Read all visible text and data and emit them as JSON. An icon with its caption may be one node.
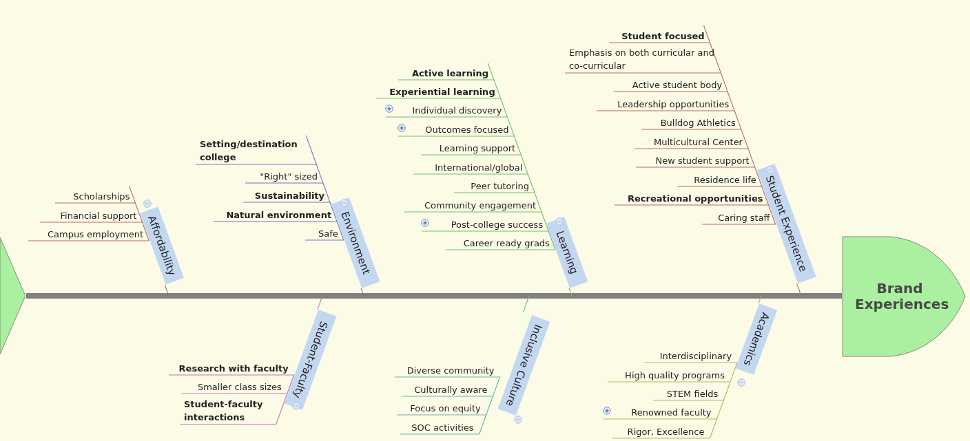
{
  "diagram": {
    "nodes": [
      {
        "text": [],
        "shape": "triangle"
      },
      {
        "text": [
          "Brand Experiences"
        ]
      },
      {
        "text": [
          "Affordability"
        ]
      },
      {
        "text": [
          "Scholarships"
        ]
      },
      {
        "text": [
          "Financial support"
        ]
      },
      {
        "text": [
          "Campus employment"
        ]
      },
      {
        "text": [
          "Environment"
        ]
      },
      {
        "text": [
          "Setting/destination college"
        ]
      },
      {
        "text": [
          "\"Right\" sized"
        ]
      },
      {
        "text": [
          "Sustainability"
        ]
      },
      {
        "text": [
          "Natural environment"
        ]
      },
      {
        "text": [
          "Safe"
        ]
      },
      {
        "text": [
          "Learning"
        ]
      },
      {
        "text": [
          "Active learning"
        ]
      },
      {
        "text": [
          "Experiential learning"
        ]
      },
      {
        "text": [
          "Individual discovery"
        ]
      },
      {
        "text": [
          "Outcomes focused"
        ]
      },
      {
        "text": [
          "Learning support"
        ]
      },
      {
        "text": [
          "International/global"
        ]
      },
      {
        "text": [
          "Peer tutoring"
        ]
      },
      {
        "text": [
          "Community engagement"
        ]
      },
      {
        "text": [
          "Post-college success"
        ]
      },
      {
        "text": [
          "Career ready grads"
        ]
      },
      {
        "text": [
          "Student Experience"
        ]
      },
      {
        "text": [
          "Student focused"
        ]
      },
      {
        "text": [
          "Emphasis on both curricular and co-curricular"
        ]
      },
      {
        "text": [
          "Active student body"
        ]
      },
      {
        "text": [
          "Leadership opportunities"
        ]
      },
      {
        "text": [
          "Bulldog Athletics"
        ]
      },
      {
        "text": [
          "Multicultural Center"
        ]
      },
      {
        "text": [
          "New student support"
        ]
      },
      {
        "text": [
          "Residence life"
        ]
      },
      {
        "text": [
          "Recreational opportunities"
        ]
      },
      {
        "text": [
          "Caring staff"
        ]
      },
      {
        "text": [
          "Student-Faculty"
        ]
      },
      {
        "text": [
          "Research with faculty"
        ]
      },
      {
        "text": [
          "Smaller class sizes"
        ]
      },
      {
        "text": [
          "Student-faculty interactions"
        ]
      },
      {
        "text": [
          "Inclusive Culture"
        ]
      },
      {
        "text": [
          "Diverse community"
        ]
      },
      {
        "text": [
          "Culturally aware"
        ]
      },
      {
        "text": [
          "Focus on equity"
        ]
      },
      {
        "text": [
          "SOC activities"
        ]
      },
      {
        "text": [
          "Academics"
        ]
      },
      {
        "text": [
          "Interdisciplinary"
        ]
      },
      {
        "text": [
          "High quality programs"
        ]
      },
      {
        "text": [
          "STEM fields"
        ]
      },
      {
        "text": [
          "Renowned faculty"
        ]
      },
      {
        "text": [
          "Rigor, Excellence"
        ]
      }
    ],
    "edges": [
      {
        "from": 0,
        "to": 1,
        "arrow": "none",
        "style": "thick",
        "color": "#808080"
      },
      {
        "from": 2,
        "to": null,
        "arrow": "none",
        "color": "#b86a6a"
      },
      {
        "from": 3,
        "to": 2,
        "arrow": "none",
        "color": "#b86a6a"
      },
      {
        "from": 4,
        "to": 2,
        "arrow": "none",
        "color": "#b86a6a"
      },
      {
        "from": 5,
        "to": 2,
        "arrow": "none",
        "color": "#b86a6a"
      },
      {
        "from": 6,
        "to": null,
        "arrow": "none",
        "color": "#7373c8"
      },
      {
        "from": 7,
        "to": 6,
        "arrow": "none",
        "color": "#7373c8"
      },
      {
        "from": 8,
        "to": 6,
        "arrow": "none",
        "color": "#7373c8"
      },
      {
        "from": 9,
        "to": 6,
        "arrow": "none",
        "color": "#7373c8"
      },
      {
        "from": 10,
        "to": 6,
        "arrow": "none",
        "color": "#7373c8"
      },
      {
        "from": 11,
        "to": 6,
        "arrow": "none",
        "color": "#7373c8"
      },
      {
        "from": 12,
        "to": null,
        "arrow": "none",
        "color": "#6cbf6c"
      },
      {
        "from": 13,
        "to": 12,
        "arrow": "none",
        "color": "#6cbf6c"
      },
      {
        "from": 14,
        "to": 12,
        "arrow": "none",
        "color": "#6cbf6c"
      },
      {
        "from": 15,
        "to": 12,
        "arrow": "none",
        "color": "#6cbf6c"
      },
      {
        "from": 16,
        "to": 12,
        "arrow": "none",
        "color": "#6cbf6c"
      },
      {
        "from": 17,
        "to": 12,
        "arrow": "none",
        "color": "#6cbf6c"
      },
      {
        "from": 18,
        "to": 12,
        "arrow": "none",
        "color": "#6cbf6c"
      },
      {
        "from": 19,
        "to": 12,
        "arrow": "none",
        "color": "#6cbf6c"
      },
      {
        "from": 20,
        "to": 12,
        "arrow": "none",
        "color": "#6cbf6c"
      },
      {
        "from": 21,
        "to": 12,
        "arrow": "none",
        "color": "#6cbf6c"
      },
      {
        "from": 22,
        "to": 12,
        "arrow": "none",
        "color": "#6cbf6c"
      },
      {
        "from": 23,
        "to": null,
        "arrow": "none",
        "color": "#b86a6a"
      },
      {
        "from": 24,
        "to": 23,
        "arrow": "none",
        "color": "#b86a6a"
      },
      {
        "from": 25,
        "to": 23,
        "arrow": "none",
        "color": "#b86a6a"
      },
      {
        "from": 26,
        "to": 23,
        "arrow": "none",
        "color": "#b86a6a"
      },
      {
        "from": 27,
        "to": 23,
        "arrow": "none",
        "color": "#b86a6a"
      },
      {
        "from": 28,
        "to": 23,
        "arrow": "none",
        "color": "#b86a6a"
      },
      {
        "from": 29,
        "to": 23,
        "arrow": "none",
        "color": "#b86a6a"
      },
      {
        "from": 30,
        "to": 23,
        "arrow": "none",
        "color": "#b86a6a"
      },
      {
        "from": 31,
        "to": 23,
        "arrow": "none",
        "color": "#b86a6a"
      },
      {
        "from": 32,
        "to": 23,
        "arrow": "none",
        "color": "#b86a6a"
      },
      {
        "from": 33,
        "to": 23,
        "arrow": "none",
        "color": "#b86a6a"
      },
      {
        "from": 34,
        "to": null,
        "arrow": "none",
        "color": "#c273c2"
      },
      {
        "from": 35,
        "to": 34,
        "arrow": "none",
        "color": "#c273c2"
      },
      {
        "from": 36,
        "to": 34,
        "arrow": "none",
        "color": "#c273c2"
      },
      {
        "from": 37,
        "to": 34,
        "arrow": "none",
        "color": "#c273c2"
      },
      {
        "from": 38,
        "to": null,
        "arrow": "none",
        "color": "#62b5ad"
      },
      {
        "from": 39,
        "to": 38,
        "arrow": "none",
        "color": "#62b5ad"
      },
      {
        "from": 40,
        "to": 38,
        "arrow": "none",
        "color": "#62b5ad"
      },
      {
        "from": 41,
        "to": 38,
        "arrow": "none",
        "color": "#62b5ad"
      },
      {
        "from": 42,
        "to": 38,
        "arrow": "none",
        "color": "#62b5ad"
      },
      {
        "from": 43,
        "to": null,
        "arrow": "none",
        "color": "#b5b55e"
      },
      {
        "from": 44,
        "to": 43,
        "arrow": "none",
        "color": "#b5b55e"
      },
      {
        "from": 45,
        "to": 43,
        "arrow": "none",
        "color": "#b5b55e"
      },
      {
        "from": 46,
        "to": 43,
        "arrow": "none",
        "color": "#b5b55e"
      },
      {
        "from": 47,
        "to": 43,
        "arrow": "none",
        "color": "#b5b55e"
      },
      {
        "from": 48,
        "to": 43,
        "arrow": "none",
        "color": "#b5b55e"
      }
    ]
  }
}
